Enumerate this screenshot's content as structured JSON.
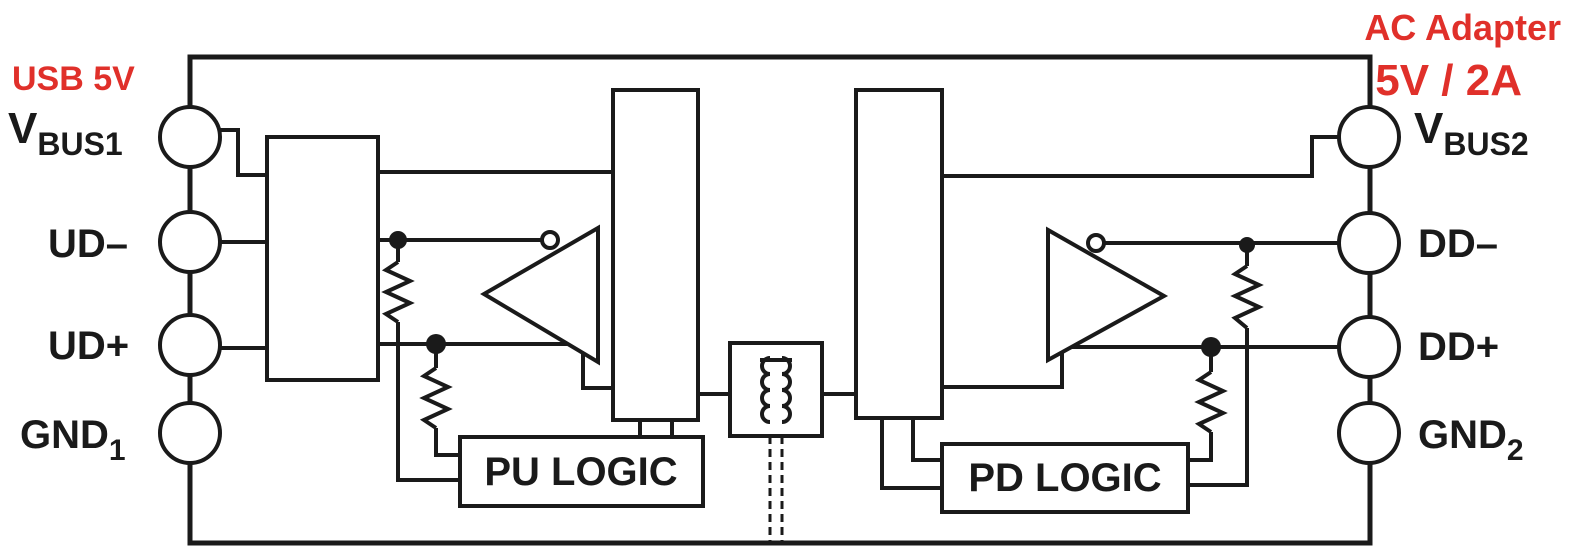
{
  "supply_labels": {
    "left": "USB 5V",
    "right_line1": "AC Adapter",
    "right_line2": "5V / 2A"
  },
  "left_pins": [
    {
      "name": "V",
      "sub": "BUS1"
    },
    {
      "name": "UD–",
      "sub": ""
    },
    {
      "name": "UD+",
      "sub": ""
    },
    {
      "name": "GND",
      "sub": "1"
    }
  ],
  "right_pins": [
    {
      "name": "V",
      "sub": "BUS2"
    },
    {
      "name": "DD–",
      "sub": ""
    },
    {
      "name": "DD+",
      "sub": ""
    },
    {
      "name": "GND",
      "sub": "2"
    }
  ],
  "logic_blocks": {
    "pull_up": "PU LOGIC",
    "pull_down": "PD LOGIC"
  },
  "colors": {
    "accent": "#e0302a",
    "ink": "#1a1a1a"
  }
}
